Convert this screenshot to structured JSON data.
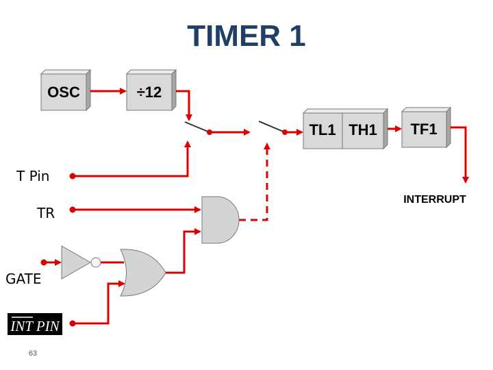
{
  "title": "TIMER 1",
  "blocks": {
    "osc": "OSC",
    "divider": "÷12",
    "tl1": "TL1",
    "th1": "TH1",
    "tf1": "TF1"
  },
  "pins": {
    "t_pin": "T Pin",
    "tr": "TR",
    "gate": "GATE",
    "int_pin": "INT PIN"
  },
  "outputs": {
    "interrupt": "INTERRUPT"
  },
  "page_number": "63",
  "colors": {
    "title": "#1f3f66",
    "wire": "#dd0000",
    "block_face": "#d9d9d9",
    "block_side": "#a6a6a6",
    "gate_fill": "#d4d4d4",
    "label_box": "#000000"
  }
}
